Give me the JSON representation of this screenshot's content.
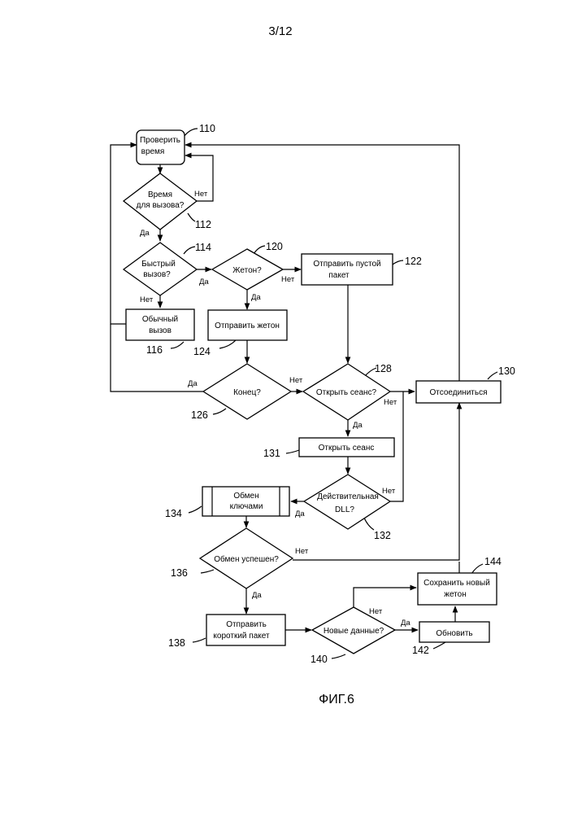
{
  "header": {
    "page_number": "3/12"
  },
  "figure": {
    "caption": "ФИГ.6"
  },
  "nodes": {
    "check_time": {
      "line1": "Проверить",
      "line2": "время",
      "ref": "110"
    },
    "time_to_call": {
      "line1": "Время",
      "line2": "для вызова?",
      "ref": "112"
    },
    "fast_call": {
      "line1": "Быстрый",
      "line2": "вызов?",
      "ref": "114"
    },
    "normal_call": {
      "line1": "Обычный",
      "line2": "вызов",
      "ref": "116"
    },
    "token": {
      "line1": "Жетон?",
      "ref": "120"
    },
    "send_empty_packet": {
      "line1": "Отправить пустой",
      "line2": "пакет",
      "ref": "122"
    },
    "send_token": {
      "line1": "Отправить жетон",
      "ref": "124"
    },
    "end": {
      "line1": "Конец?",
      "ref": "126"
    },
    "open_session_q": {
      "line1": "Открыть сеанс?",
      "ref": "128"
    },
    "disconnect": {
      "line1": "Отсоединиться",
      "ref": "130"
    },
    "open_session": {
      "line1": "Открыть сеанс",
      "ref": "131"
    },
    "valid_dll": {
      "line1": "Действительная",
      "line2": "DLL?",
      "ref": "132"
    },
    "key_exchange": {
      "line1": "Обмен",
      "line2": "ключами",
      "ref": "134"
    },
    "exchange_ok": {
      "line1": "Обмен успешен?",
      "ref": "136"
    },
    "send_short_packet": {
      "line1": "Отправить",
      "line2": "короткий пакет",
      "ref": "138"
    },
    "new_data": {
      "line1": "Новые данные?",
      "ref": "140"
    },
    "update": {
      "line1": "Обновить",
      "ref": "142"
    },
    "save_new_token": {
      "line1": "Сохранить новый",
      "line2": "жетон",
      "ref": "144"
    }
  },
  "edge_labels": {
    "yes": "Да",
    "no": "Нет"
  }
}
